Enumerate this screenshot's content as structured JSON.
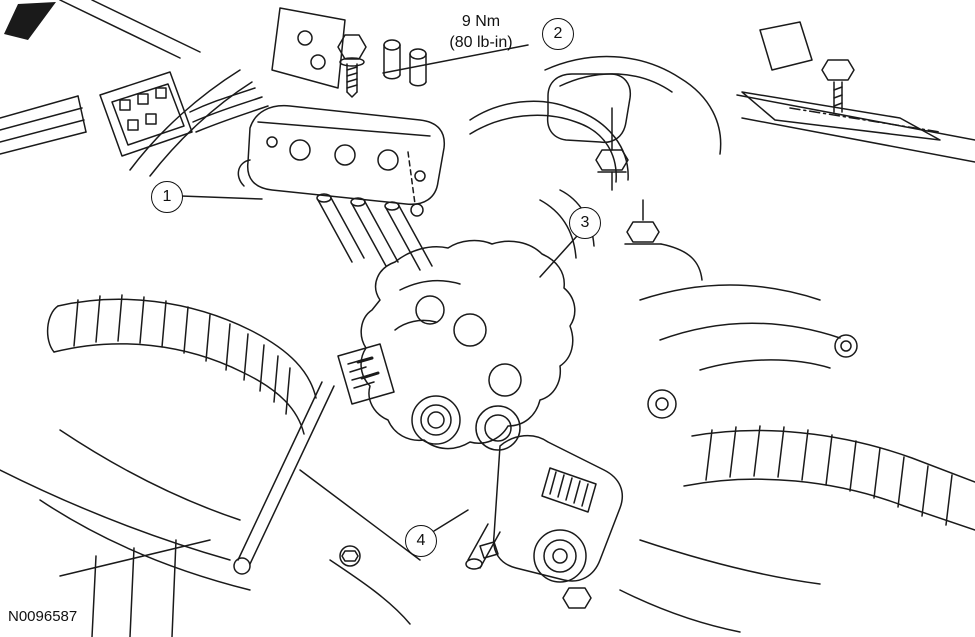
{
  "figure": {
    "id_label": "N0096587",
    "torque_note": {
      "line1": "9 Nm",
      "line2": "(80 lb-in)"
    },
    "callouts": [
      {
        "number": "1"
      },
      {
        "number": "2"
      },
      {
        "number": "3"
      },
      {
        "number": "4"
      }
    ]
  },
  "colors": {
    "line": "#1a1a1a",
    "background": "#ffffff"
  }
}
